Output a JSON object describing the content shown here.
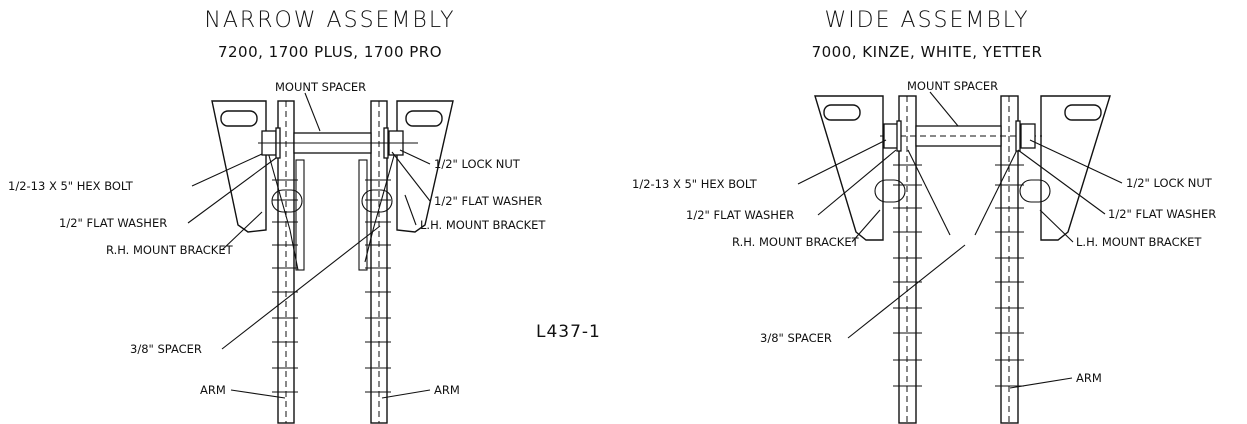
{
  "narrow": {
    "title": "NARROW ASSEMBLY",
    "subtitle": "7200, 1700 PLUS, 1700 PRO",
    "labels": {
      "mount_spacer": "MOUNT SPACER",
      "lock_nut": "1/2\" LOCK NUT",
      "hex_bolt": "1/2-13 X 5\" HEX BOLT",
      "flat_washer_right": "1/2\" FLAT WASHER",
      "flat_washer_left": "1/2\" FLAT WASHER",
      "lh_bracket": "L.H. MOUNT BRACKET",
      "rh_bracket": "R.H. MOUNT BRACKET",
      "spacer": "3/8\" SPACER",
      "arm_left": "ARM",
      "arm_right": "ARM"
    }
  },
  "wide": {
    "title": "WIDE ASSEMBLY",
    "subtitle": "7000, KINZE, WHITE, YETTER",
    "labels": {
      "mount_spacer": "MOUNT SPACER",
      "hex_bolt": "1/2-13 X 5\" HEX BOLT",
      "lock_nut": "1/2\" LOCK NUT",
      "flat_washer_left": "1/2\" FLAT WASHER",
      "flat_washer_right": "1/2\" FLAT WASHER",
      "rh_bracket": "R.H. MOUNT BRACKET",
      "lh_bracket": "L.H. MOUNT BRACKET",
      "spacer": "3/8\" SPACER",
      "arm": "ARM"
    }
  },
  "drawing_code": "L437-1"
}
